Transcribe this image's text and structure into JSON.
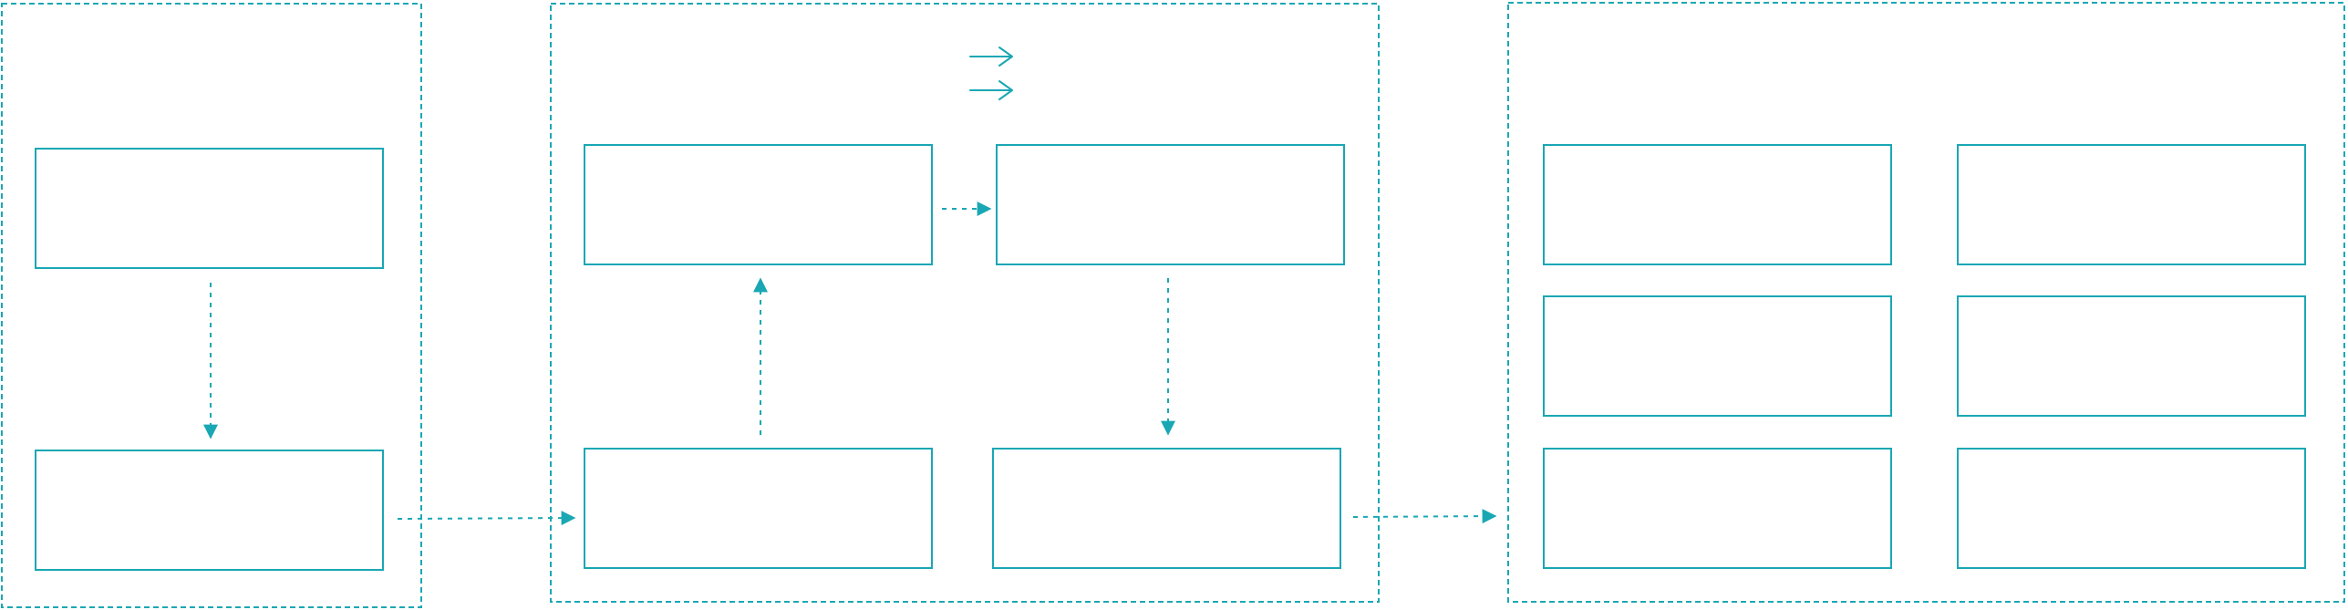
{
  "diagram": {
    "colors": {
      "accent": "#1aa7b4",
      "panel_border": "#1aa7b4",
      "box_border": "#1aa7b4",
      "background": "#ffffff"
    },
    "panels": [
      {
        "id": "panel-left",
        "label": ""
      },
      {
        "id": "panel-middle",
        "label": ""
      },
      {
        "id": "panel-right",
        "label": ""
      }
    ],
    "boxes": [
      {
        "id": "left-top",
        "panel": "panel-left",
        "label": ""
      },
      {
        "id": "left-bottom",
        "panel": "panel-left",
        "label": ""
      },
      {
        "id": "mid-top-left",
        "panel": "panel-middle",
        "label": ""
      },
      {
        "id": "mid-top-right",
        "panel": "panel-middle",
        "label": ""
      },
      {
        "id": "mid-bottom-left",
        "panel": "panel-middle",
        "label": ""
      },
      {
        "id": "mid-bottom-right",
        "panel": "panel-middle",
        "label": ""
      },
      {
        "id": "right-r1-c1",
        "panel": "panel-right",
        "label": ""
      },
      {
        "id": "right-r1-c2",
        "panel": "panel-right",
        "label": ""
      },
      {
        "id": "right-r2-c1",
        "panel": "panel-right",
        "label": ""
      },
      {
        "id": "right-r2-c2",
        "panel": "panel-right",
        "label": ""
      },
      {
        "id": "right-r3-c1",
        "panel": "panel-right",
        "label": ""
      },
      {
        "id": "right-r3-c2",
        "panel": "panel-right",
        "label": ""
      }
    ],
    "connectors": [
      {
        "from": "left-top",
        "to": "left-bottom",
        "style": "dashed"
      },
      {
        "from": "left-bottom",
        "to": "mid-bottom-left",
        "style": "dashed"
      },
      {
        "from": "mid-bottom-left",
        "to": "mid-top-left",
        "style": "dashed"
      },
      {
        "from": "mid-top-left",
        "to": "mid-top-right",
        "style": "dashed"
      },
      {
        "from": "mid-top-right",
        "to": "mid-bottom-right",
        "style": "dashed"
      },
      {
        "from": "mid-bottom-right",
        "to": "panel-right",
        "style": "dashed"
      }
    ],
    "legend": {
      "icons": [
        "double-right-arrow-icon",
        "double-right-arrow-icon"
      ]
    }
  }
}
